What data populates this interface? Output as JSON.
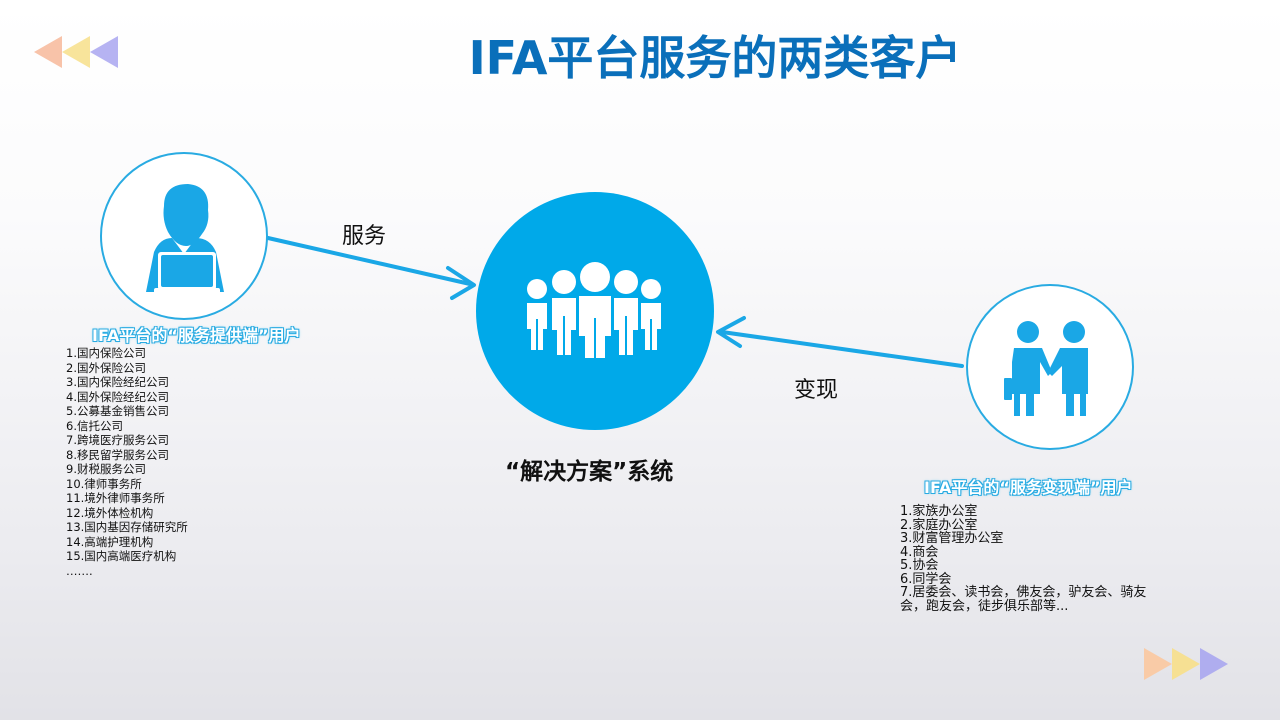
{
  "title": "IFA平台服务的两类客户",
  "colors": {
    "title": "#0a6fba",
    "accent": "#00a9e9",
    "outline": "#29abe2"
  },
  "edges": {
    "service_label": "服务",
    "monetize_label": "变现"
  },
  "center": {
    "caption": "“解决方案”系统"
  },
  "provider": {
    "label": "IFA平台的“服务提供端”用户",
    "items": [
      "1.国内保险公司",
      "2.国外保险公司",
      "3.国内保险经纪公司",
      "4.国外保险经纪公司",
      "5.公募基金销售公司",
      "6.信托公司",
      "7.跨境医疗服务公司",
      "8.移民留学服务公司",
      "9.财税服务公司",
      "10.律师事务所",
      "11.境外律师事务所",
      "12.境外体检机构",
      "13.国内基因存储研究所",
      "14.高端护理机构",
      "15.国内高端医疗机构",
      "……."
    ]
  },
  "monetizer": {
    "label": "IFA平台的“服务变现端”用户",
    "items": [
      "1.家族办公室",
      "2.家庭办公室",
      "3.财富管理办公室",
      "4.商会",
      "5.协会",
      "6.同学会",
      "7.居委会、读书会，佛友会，驴友会、骑友会，跑友会，徒步俱乐部等..."
    ]
  }
}
